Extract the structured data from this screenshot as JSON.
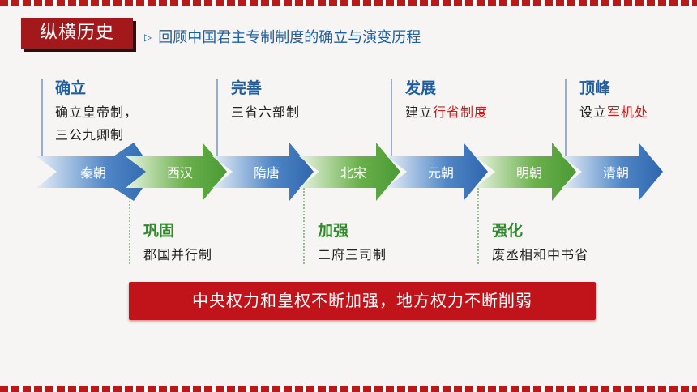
{
  "badge": "纵横历史",
  "subtitle": "回顾中国君主专制制度的确立与演变历程",
  "dynasties": [
    "秦朝",
    "西汉",
    "隋唐",
    "北宋",
    "元朝",
    "明朝",
    "清朝"
  ],
  "upper": [
    {
      "title": "确立",
      "lines": [
        "确立皇帝制，",
        "三公九卿制"
      ]
    },
    {
      "title": "完善",
      "lines": [
        "三省六部制"
      ]
    },
    {
      "title": "发展",
      "lines_plain": "建立",
      "lines_red": "行省制度"
    },
    {
      "title": "顶峰",
      "lines_plain": "设立",
      "lines_red": "军机处"
    }
  ],
  "lower": [
    {
      "title": "巩固",
      "line": "郡国并行制"
    },
    {
      "title": "加强",
      "line": "二府三司制"
    },
    {
      "title": "强化",
      "line": "废丞相和中书省"
    }
  ],
  "summary": "中央权力和皇权不断加强，地方权力不断削弱",
  "colors": {
    "blue": "#1f5fa0",
    "green": "#2f8a2a",
    "red": "#c0141a"
  }
}
